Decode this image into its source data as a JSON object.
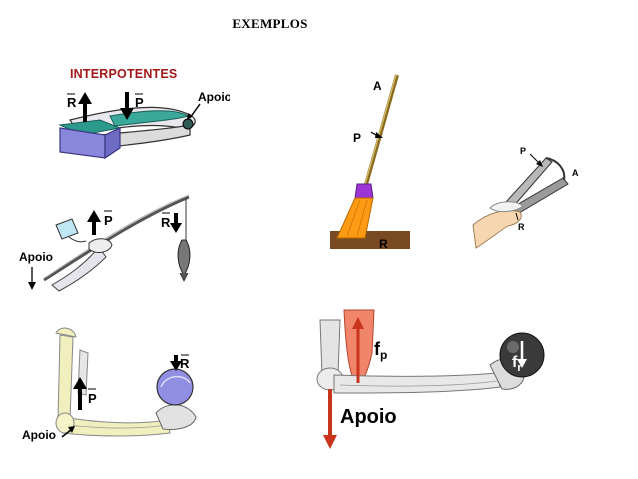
{
  "title": "EXEMPLOS",
  "section_label": "INTERPOTENTES",
  "labels": {
    "force_r": "R",
    "force_p": "P",
    "support": "Apoio",
    "broom_a": "A",
    "broom_p": "P",
    "broom_r": "R",
    "tongs_p": "P",
    "tongs_a": "A",
    "tongs_r": "R",
    "arm_fp_main": "f",
    "arm_fp_sub": "p",
    "arm_fr_main": "f",
    "arm_fr_sub": "r",
    "arm_support": "Apoio"
  }
}
